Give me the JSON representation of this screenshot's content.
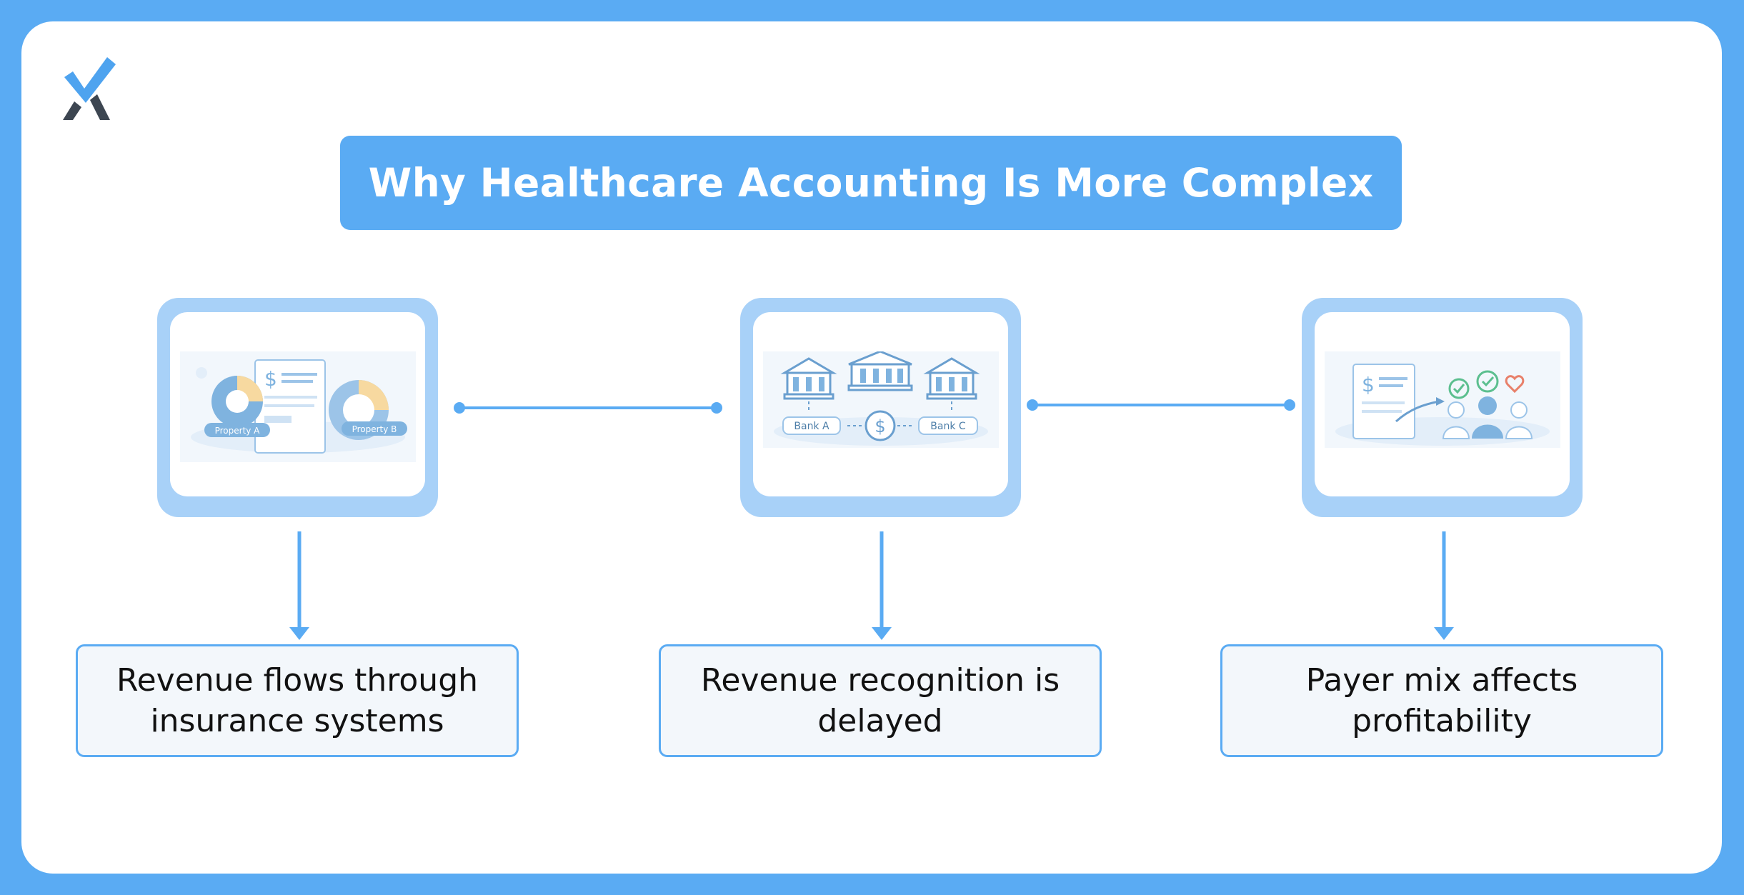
{
  "title": "Why Healthcare Accounting Is More Complex",
  "colors": {
    "frame": "#5aabf3",
    "card_outer": "#a8d1f8",
    "label_border": "#5aabf3",
    "label_fill": "#f3f7fb",
    "illustration_blue": "#7fb3df",
    "illustration_yellow": "#f7d9a0",
    "check_green": "#5cbf8f",
    "heart_red": "#e8806a"
  },
  "logo": {
    "icon": "checkmark-x-logo-icon"
  },
  "steps": [
    {
      "icon": "dual-property-charts-icon",
      "tags": [
        "Property A",
        "Property B"
      ],
      "label": "Revenue flows through insurance systems"
    },
    {
      "icon": "three-banks-icon",
      "tags": [
        "Bank A",
        "Bank C"
      ],
      "label": "Revenue recognition is delayed"
    },
    {
      "icon": "payer-mix-icon",
      "tags": [],
      "label": "Payer mix affects profitability"
    }
  ]
}
